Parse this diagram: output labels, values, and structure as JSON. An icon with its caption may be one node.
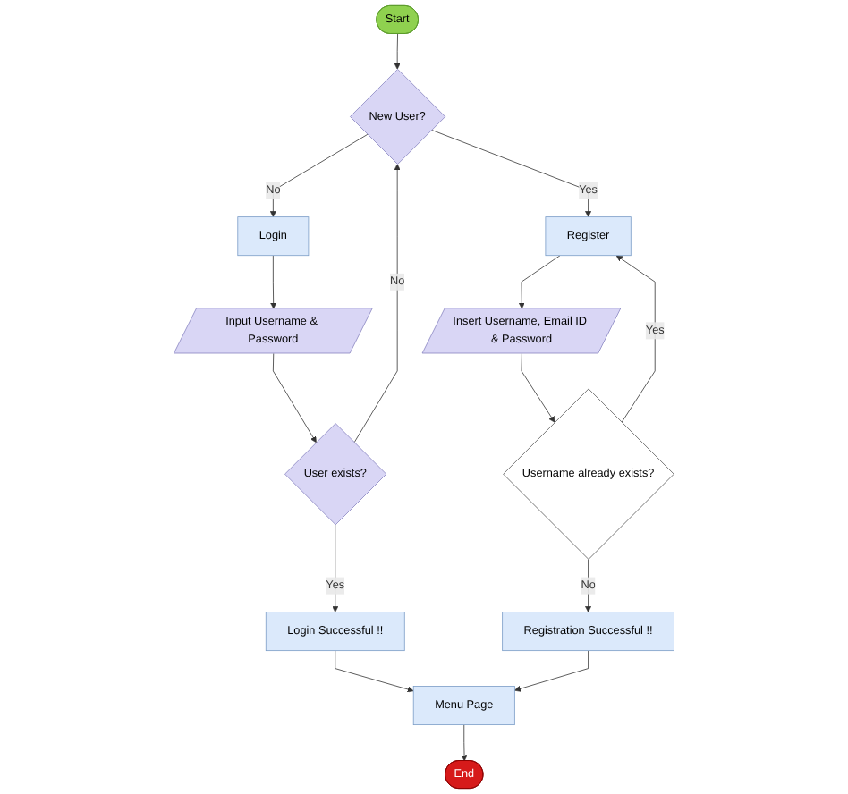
{
  "diagram": {
    "nodes": [
      {
        "text": [
          "Start"
        ]
      },
      {
        "text": [
          "New User?"
        ]
      },
      {
        "text": [
          "Login"
        ]
      },
      {
        "text": [
          "Register"
        ]
      },
      {
        "text": [
          "Input Username & Password"
        ]
      },
      {
        "text": [
          "Insert Username, Email ID & Password"
        ]
      },
      {
        "text": [
          "User exists?"
        ]
      },
      {
        "text": [
          "Username already exists?"
        ]
      },
      {
        "text": [
          "Login Successful !!"
        ]
      },
      {
        "text": [
          "Menu Page"
        ]
      },
      {
        "text": [
          "Registration Successful !!"
        ]
      },
      {
        "text": [
          "End"
        ]
      }
    ],
    "edges": [
      {
        "from": 0,
        "to": 1,
        "arrow": "to"
      },
      {
        "from": 1,
        "to": 2,
        "arrow": "to",
        "label": "No"
      },
      {
        "from": 1,
        "to": 3,
        "arrow": "to",
        "label": "Yes"
      },
      {
        "from": 2,
        "to": 4,
        "arrow": "to"
      },
      {
        "from": 3,
        "to": 5,
        "arrow": "to"
      },
      {
        "from": 4,
        "to": 6,
        "arrow": "to"
      },
      {
        "from": 6,
        "to": 1,
        "arrow": "to",
        "label": "No"
      },
      {
        "from": 5,
        "to": 7,
        "arrow": "to"
      },
      {
        "from": 7,
        "to": 3,
        "arrow": "to",
        "label": "Yes"
      },
      {
        "from": 6,
        "to": 8,
        "arrow": "to",
        "label": "Yes"
      },
      {
        "from": 7,
        "to": 10,
        "arrow": "to",
        "label": "No"
      },
      {
        "from": 8,
        "to": 9,
        "arrow": "to"
      },
      {
        "from": 10,
        "to": 9,
        "arrow": "to"
      },
      {
        "from": 9,
        "to": 11,
        "arrow": "to"
      }
    ]
  }
}
